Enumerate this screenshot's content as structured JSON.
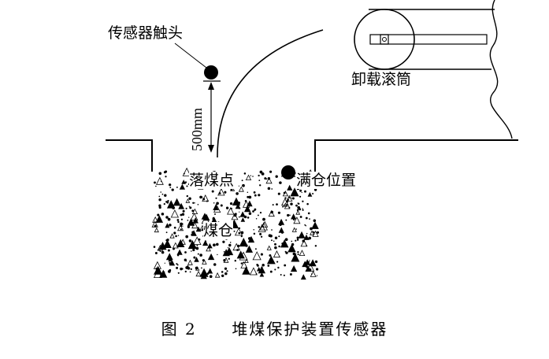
{
  "labels": {
    "sensor_probe": "传感器触头",
    "unloading_drum": "卸载滚筒",
    "drop_point": "落煤点",
    "full_position": "满仓位置",
    "coal_bin": "煤仓",
    "distance": "500mm"
  },
  "caption": {
    "figure_no": "图 2",
    "title": "堆煤保护装置传感器"
  },
  "colors": {
    "line": "#000000",
    "background": "#ffffff"
  }
}
